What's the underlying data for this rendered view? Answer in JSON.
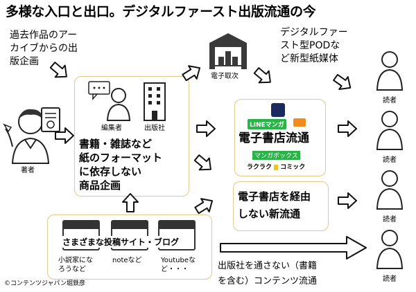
{
  "title": "多様な入口と出口。デジタルファースト出版流通の今",
  "notes": {
    "archive": [
      "過去作品のアー",
      "カイブからの出",
      "版企画"
    ],
    "digital_first": [
      "デジタルファー",
      "スト型PODな",
      "ど新型紙媒体"
    ]
  },
  "labels": {
    "author": "著者",
    "editor": "編集者",
    "publisher": "出版社",
    "ebook_agency": "電子取次",
    "readers": [
      "読者",
      "読者",
      "読者",
      "読者"
    ],
    "copyright": "©コンテンツジャパン堀鉄彦"
  },
  "center_box": {
    "text": [
      "書籍・雑誌など",
      "紙のフォーマット",
      "に依存しない",
      "商品企画"
    ]
  },
  "ebook_store_box": {
    "text": "電子書店流通",
    "logos": {
      "line_manga": "LINEマンガ",
      "manga_box": "マンガボックス",
      "rakuraku": "ラクラク",
      "comic": "コミック"
    }
  },
  "new_flow_box": {
    "text": [
      "電子書店を経由",
      "しない新流通"
    ]
  },
  "bottom_box": {
    "text": "さまざまな投稿サイト・ブログ",
    "items": [
      [
        "小説家にな",
        "ろうなど"
      ],
      [
        "noteなど"
      ],
      [
        "Youtubeな",
        "ど・・・"
      ]
    ]
  },
  "direct_flow": [
    "出版社を通さない（書籍",
    "を含む）コンテンツ流通"
  ],
  "colors": {
    "box_border": "#e2c98c",
    "arrow_fill": "#ffffff",
    "arrow_stroke": "#111111",
    "line_green": "#2bb34a",
    "logo_orange": "#f08c1e"
  }
}
